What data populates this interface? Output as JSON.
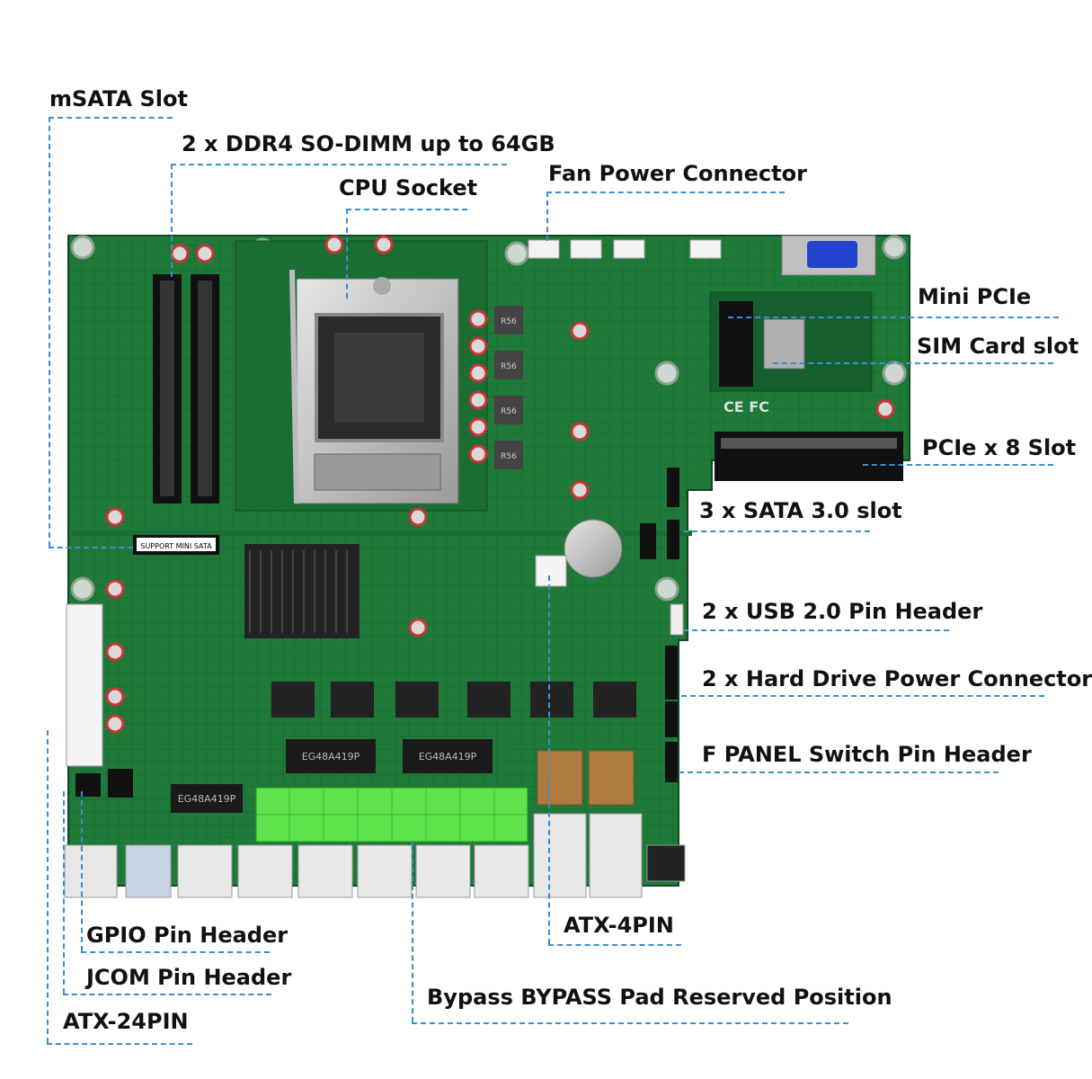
{
  "labels": {
    "msata_slot": "mSATA Slot",
    "ddr4": "2 x DDR4 SO-DIMM up to 64GB",
    "cpu_socket": "CPU Socket",
    "fan_power": "Fan Power Connector",
    "mini_pcie": "Mini PCIe",
    "sim_card": "SIM Card slot",
    "pcie_x8": "PCIe x 8 Slot",
    "sata": "3 x SATA 3.0 slot",
    "usb_header": "2 x USB 2.0 Pin Header",
    "hdd_power": "2 x Hard Drive Power Connector",
    "f_panel": "F PANEL Switch Pin Header",
    "atx4": "ATX-4PIN",
    "gpio": "GPIO Pin Header",
    "jcom": "JCOM Pin Header",
    "atx24": "ATX-24PIN",
    "bypass": "Bypass BYPASS Pad Reserved Position"
  },
  "board_text": {
    "support_mini_sata": "SUPPORT MINI SATA",
    "lan_chip_1": "EG48A419P",
    "lan_chip_2": "EG48A419P",
    "lan_chip_3": "EG48A419P",
    "inductor_1": "R56",
    "inductor_2": "R56",
    "inductor_3": "R56",
    "inductor_4": "R56",
    "cert_marks": "CE FC"
  },
  "colors": {
    "pcb": "#1f7a3a",
    "pcb_dark": "#145c2a",
    "leader": "#3b8fd0",
    "bypass_pad": "#5fe34a",
    "label_text": "#111111"
  }
}
